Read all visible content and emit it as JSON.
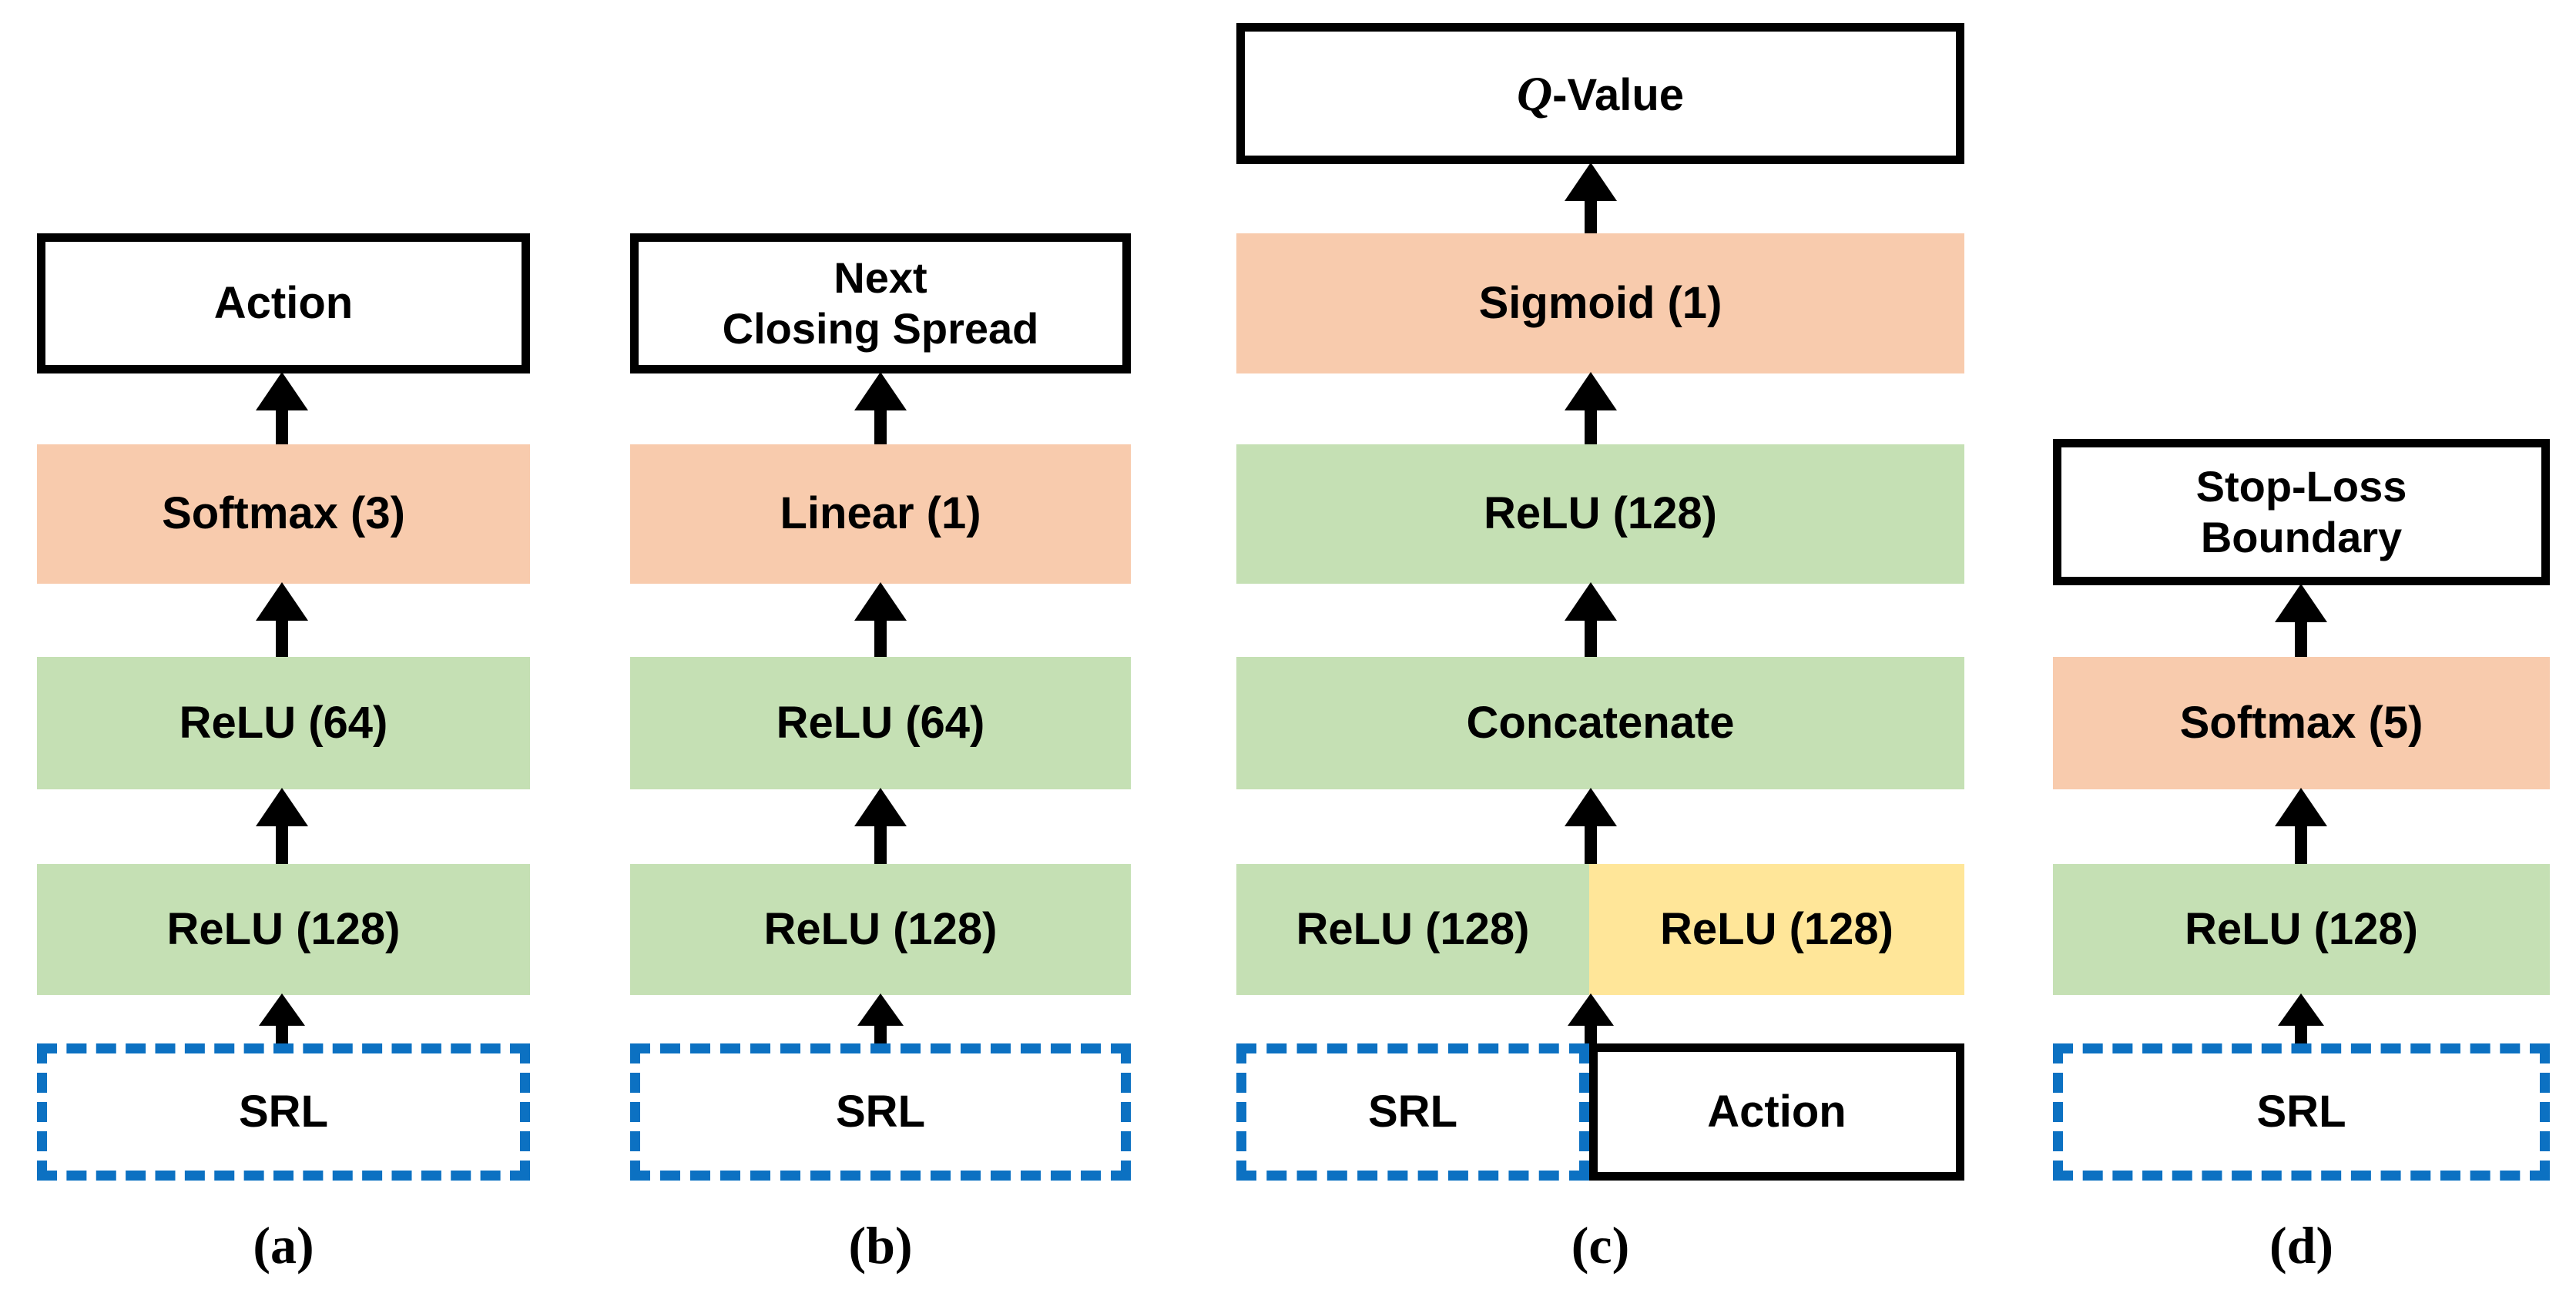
{
  "colors": {
    "peach": "#F8CBAD",
    "green": "#C5E0B4",
    "yellow": "#FFE699",
    "blue": "#0C71C2",
    "ink": "#000000"
  },
  "panels": {
    "a": {
      "caption": "(a)",
      "output": "Action",
      "layer1": "Softmax (3)",
      "layer2": "ReLU (64)",
      "layer3": "ReLU (128)",
      "input": "SRL"
    },
    "b": {
      "caption": "(b)",
      "output_line1": "Next",
      "output_line2": "Closing Spread",
      "layer1": "Linear (1)",
      "layer2": "ReLU (64)",
      "layer3": "ReLU (128)",
      "input": "SRL"
    },
    "c": {
      "caption": "(c)",
      "output_q": "Q",
      "output_rest": "-Value",
      "layer1": "Sigmoid (1)",
      "layer2": "ReLU (128)",
      "layer3": "Concatenate",
      "layer4_left": "ReLU (128)",
      "layer4_right": "ReLU (128)",
      "input_left": "SRL",
      "input_right": "Action"
    },
    "d": {
      "caption": "(d)",
      "output_line1": "Stop-Loss",
      "output_line2": "Boundary",
      "layer1": "Softmax (5)",
      "layer2": "ReLU (128)",
      "input": "SRL"
    }
  }
}
